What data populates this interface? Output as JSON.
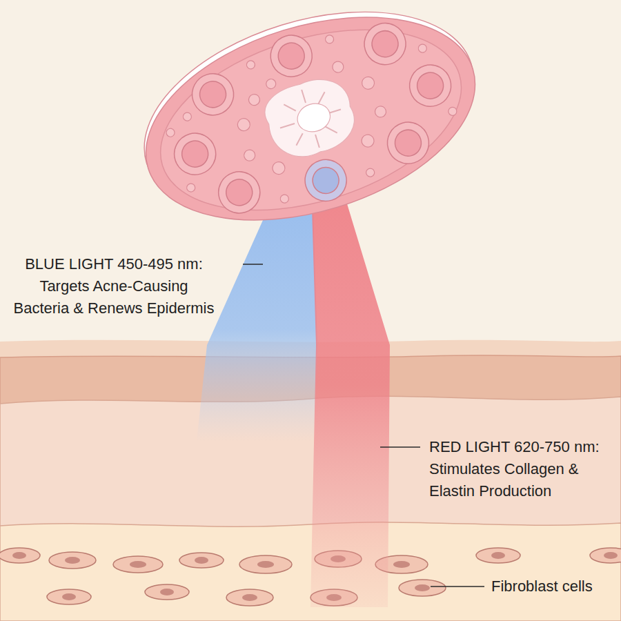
{
  "diagram": {
    "labels": [
      "BLUE LIGHT 450-495 nm: Targets Acne-Causing Bacteria & Renews Epidermis",
      "RED LIGHT 620-750 nm: Stimulates Collagen & Elastin Production",
      "Fibroblast cells"
    ]
  }
}
